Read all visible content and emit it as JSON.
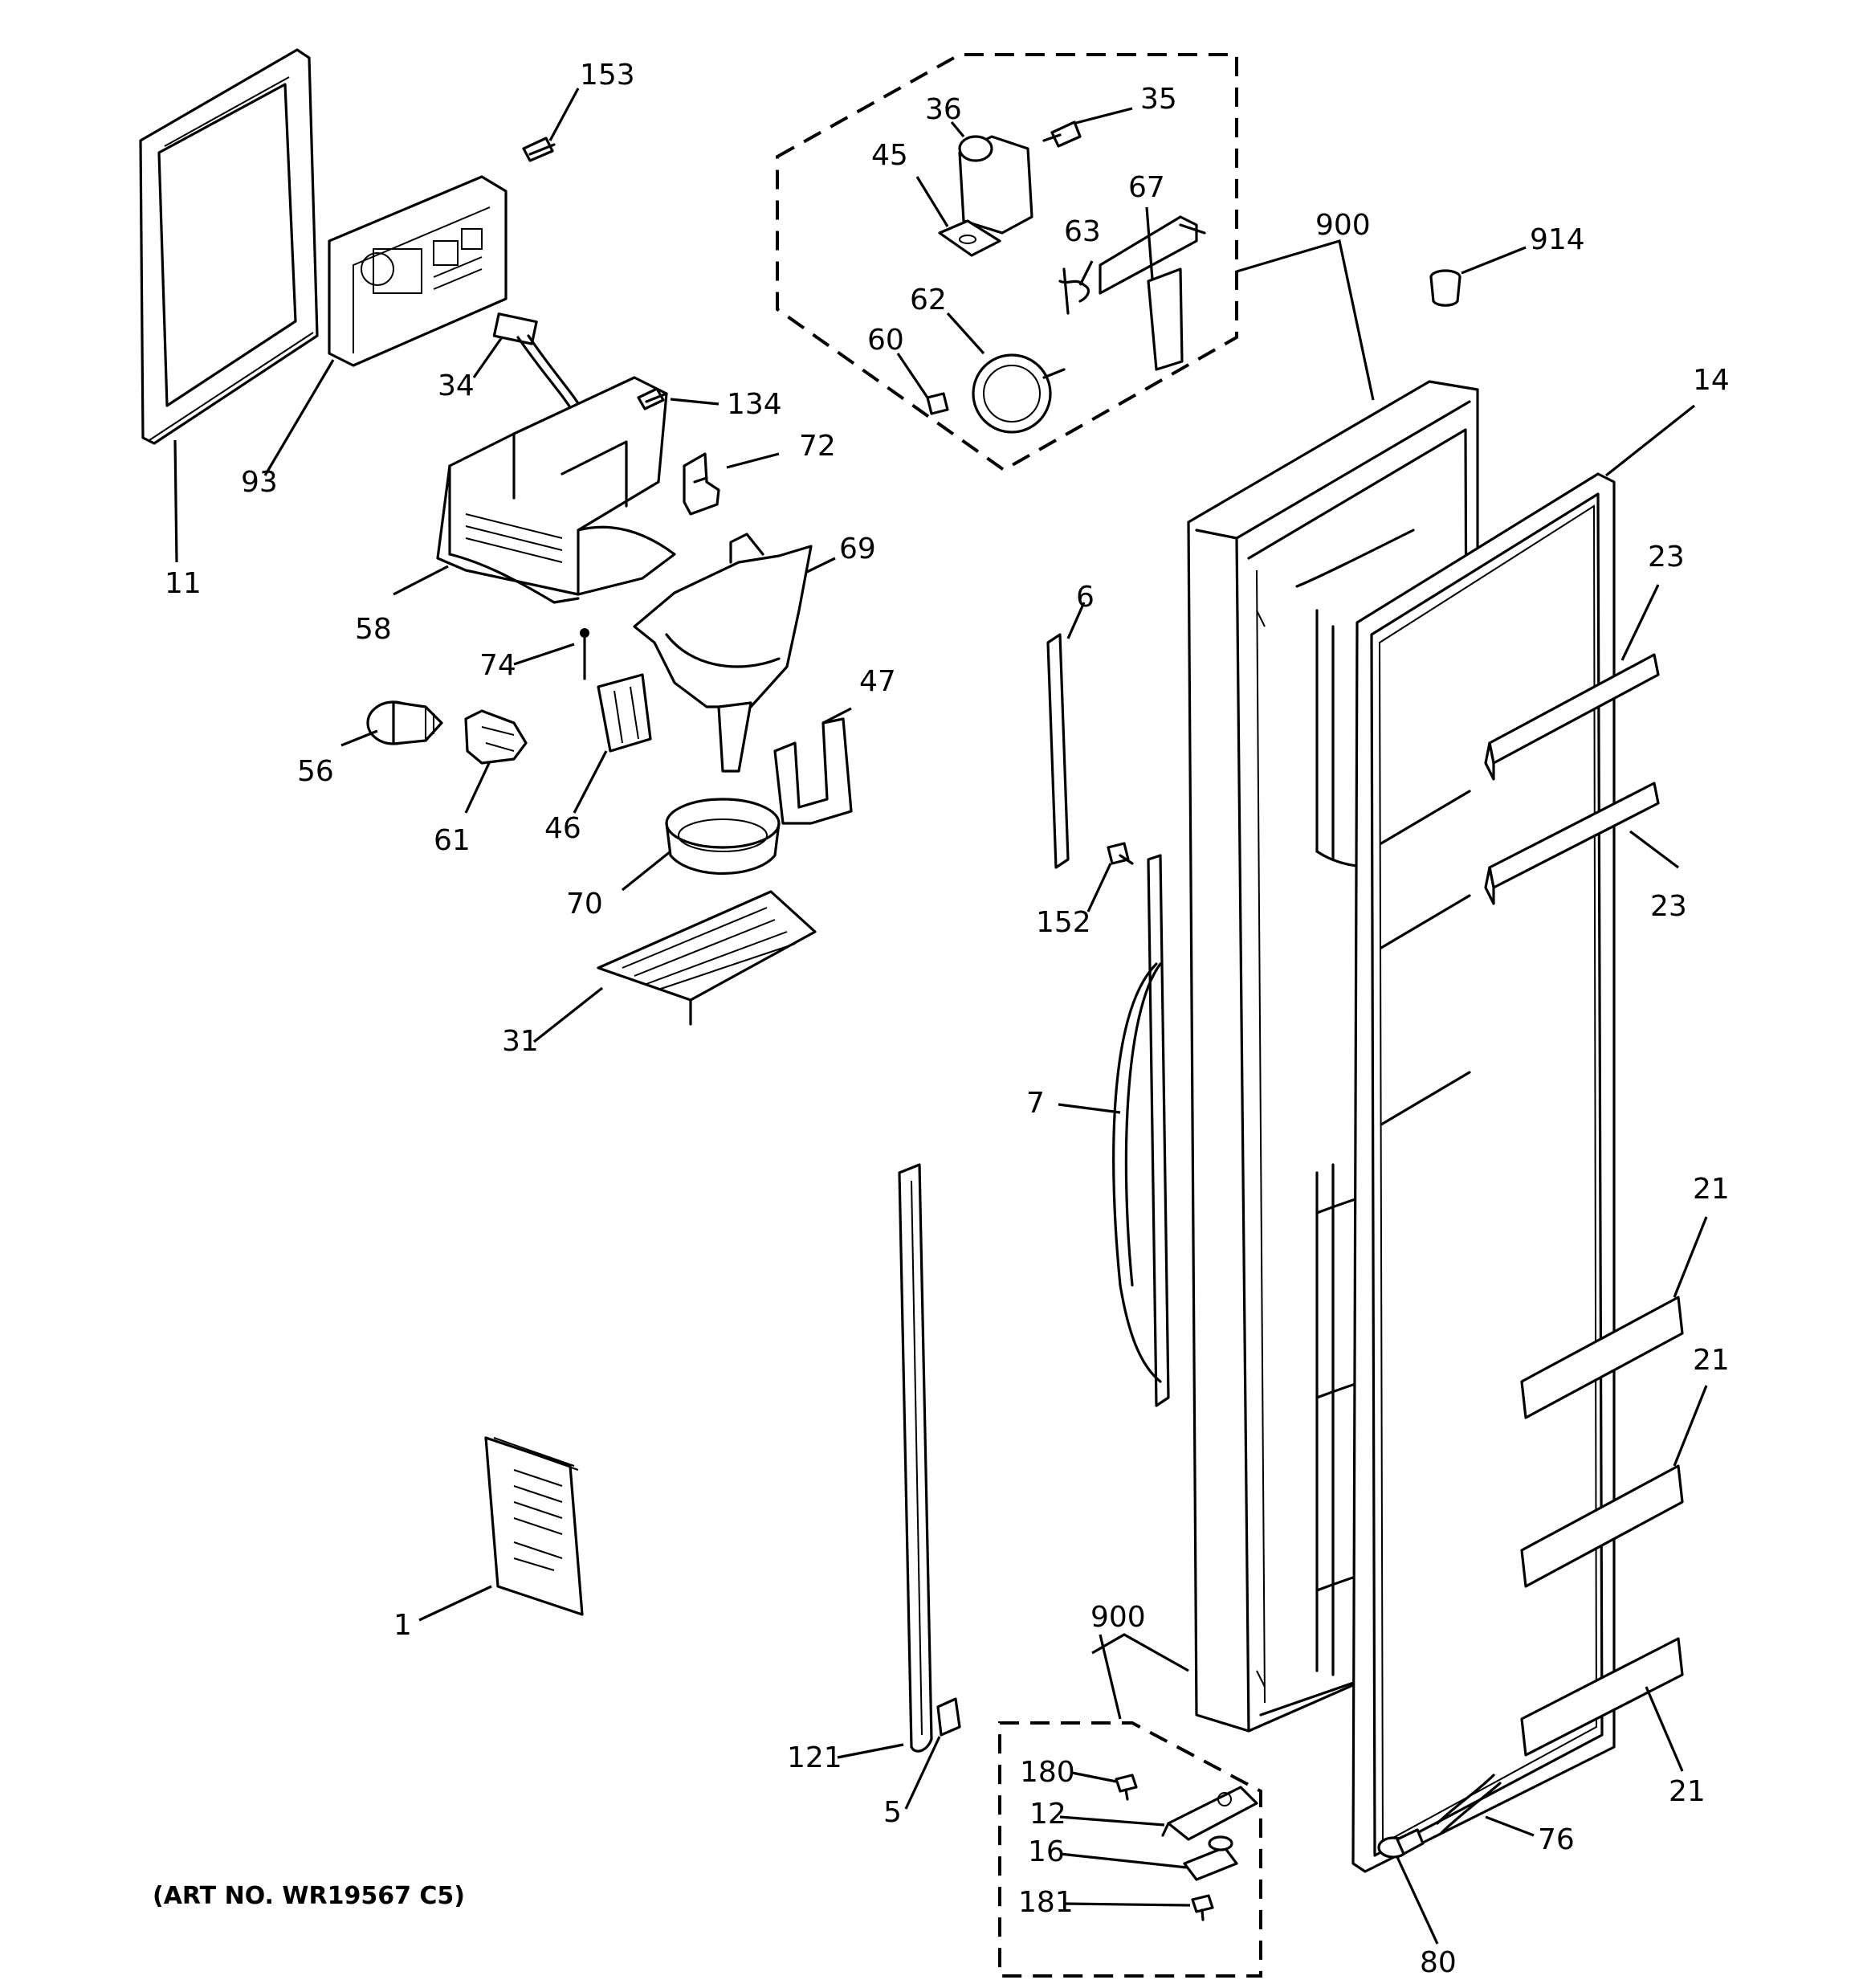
{
  "diagram": {
    "caption": "(ART NO. WR19567 C5)",
    "labels": {
      "p1": "1",
      "p5": "5",
      "p6": "6",
      "p7": "7",
      "p11": "11",
      "p12": "12",
      "p14": "14",
      "p16": "16",
      "p21a": "21",
      "p21b": "21",
      "p21c": "21",
      "p23a": "23",
      "p23b": "23",
      "p31": "31",
      "p34": "34",
      "p35": "35",
      "p36": "36",
      "p45": "45",
      "p46": "46",
      "p47": "47",
      "p56": "56",
      "p58": "58",
      "p60": "60",
      "p61": "61",
      "p62": "62",
      "p63": "63",
      "p67": "67",
      "p69": "69",
      "p70": "70",
      "p72": "72",
      "p74": "74",
      "p76": "76",
      "p80": "80",
      "p93": "93",
      "p121": "121",
      "p134": "134",
      "p152": "152",
      "p153": "153",
      "p180": "180",
      "p181": "181",
      "p900a": "900",
      "p900b": "900",
      "p914": "914"
    }
  }
}
